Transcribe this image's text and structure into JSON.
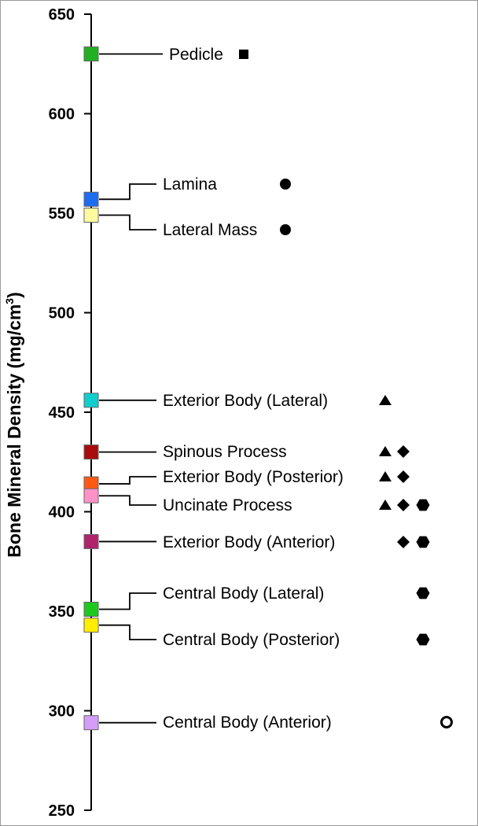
{
  "chart_data": {
    "type": "scatter",
    "title": "",
    "ylabel": "Bone Mineral Density (mg/cm",
    "ylabel_sup": "3",
    "ylabel_close": ")",
    "ylim": [
      250,
      650
    ],
    "yticks": [
      250,
      300,
      350,
      400,
      450,
      500,
      550,
      600,
      650
    ],
    "grid": false,
    "points": [
      {
        "label": "Pedicle",
        "value": 630,
        "color": "#22b022",
        "symbols": [
          "square"
        ]
      },
      {
        "label": "Lamina",
        "value": 557,
        "color": "#1e6cf0",
        "symbols": [
          "circle"
        ]
      },
      {
        "label": "Lateral Mass",
        "value": 549,
        "color": "#fdfaa0",
        "symbols": [
          "circle"
        ]
      },
      {
        "label": "Exterior Body (Lateral)",
        "value": 456,
        "color": "#12cdcd",
        "symbols": [
          "triangle"
        ]
      },
      {
        "label": "Spinous Process",
        "value": 430,
        "color": "#a80c0c",
        "symbols": [
          "triangle",
          "diamond"
        ]
      },
      {
        "label": "Exterior Body (Posterior)",
        "value": 414,
        "color": "#ff5a14",
        "symbols": [
          "triangle",
          "diamond"
        ]
      },
      {
        "label": "Uncinate Process",
        "value": 408,
        "color": "#ff90c8",
        "symbols": [
          "triangle",
          "diamond",
          "hexagon"
        ]
      },
      {
        "label": "Exterior Body (Anterior)",
        "value": 385,
        "color": "#b0246c",
        "symbols": [
          "diamond",
          "hexagon"
        ]
      },
      {
        "label": "Central Body (Lateral)",
        "value": 351,
        "color": "#1ec81e",
        "symbols": [
          "hexagon"
        ]
      },
      {
        "label": "Central Body (Posterior)",
        "value": 343,
        "color": "#ffee00",
        "symbols": [
          "hexagon"
        ]
      },
      {
        "label": "Central Body (Anterior)",
        "value": 294,
        "color": "#d49ef8",
        "symbols": [
          "open-circle"
        ]
      }
    ]
  }
}
